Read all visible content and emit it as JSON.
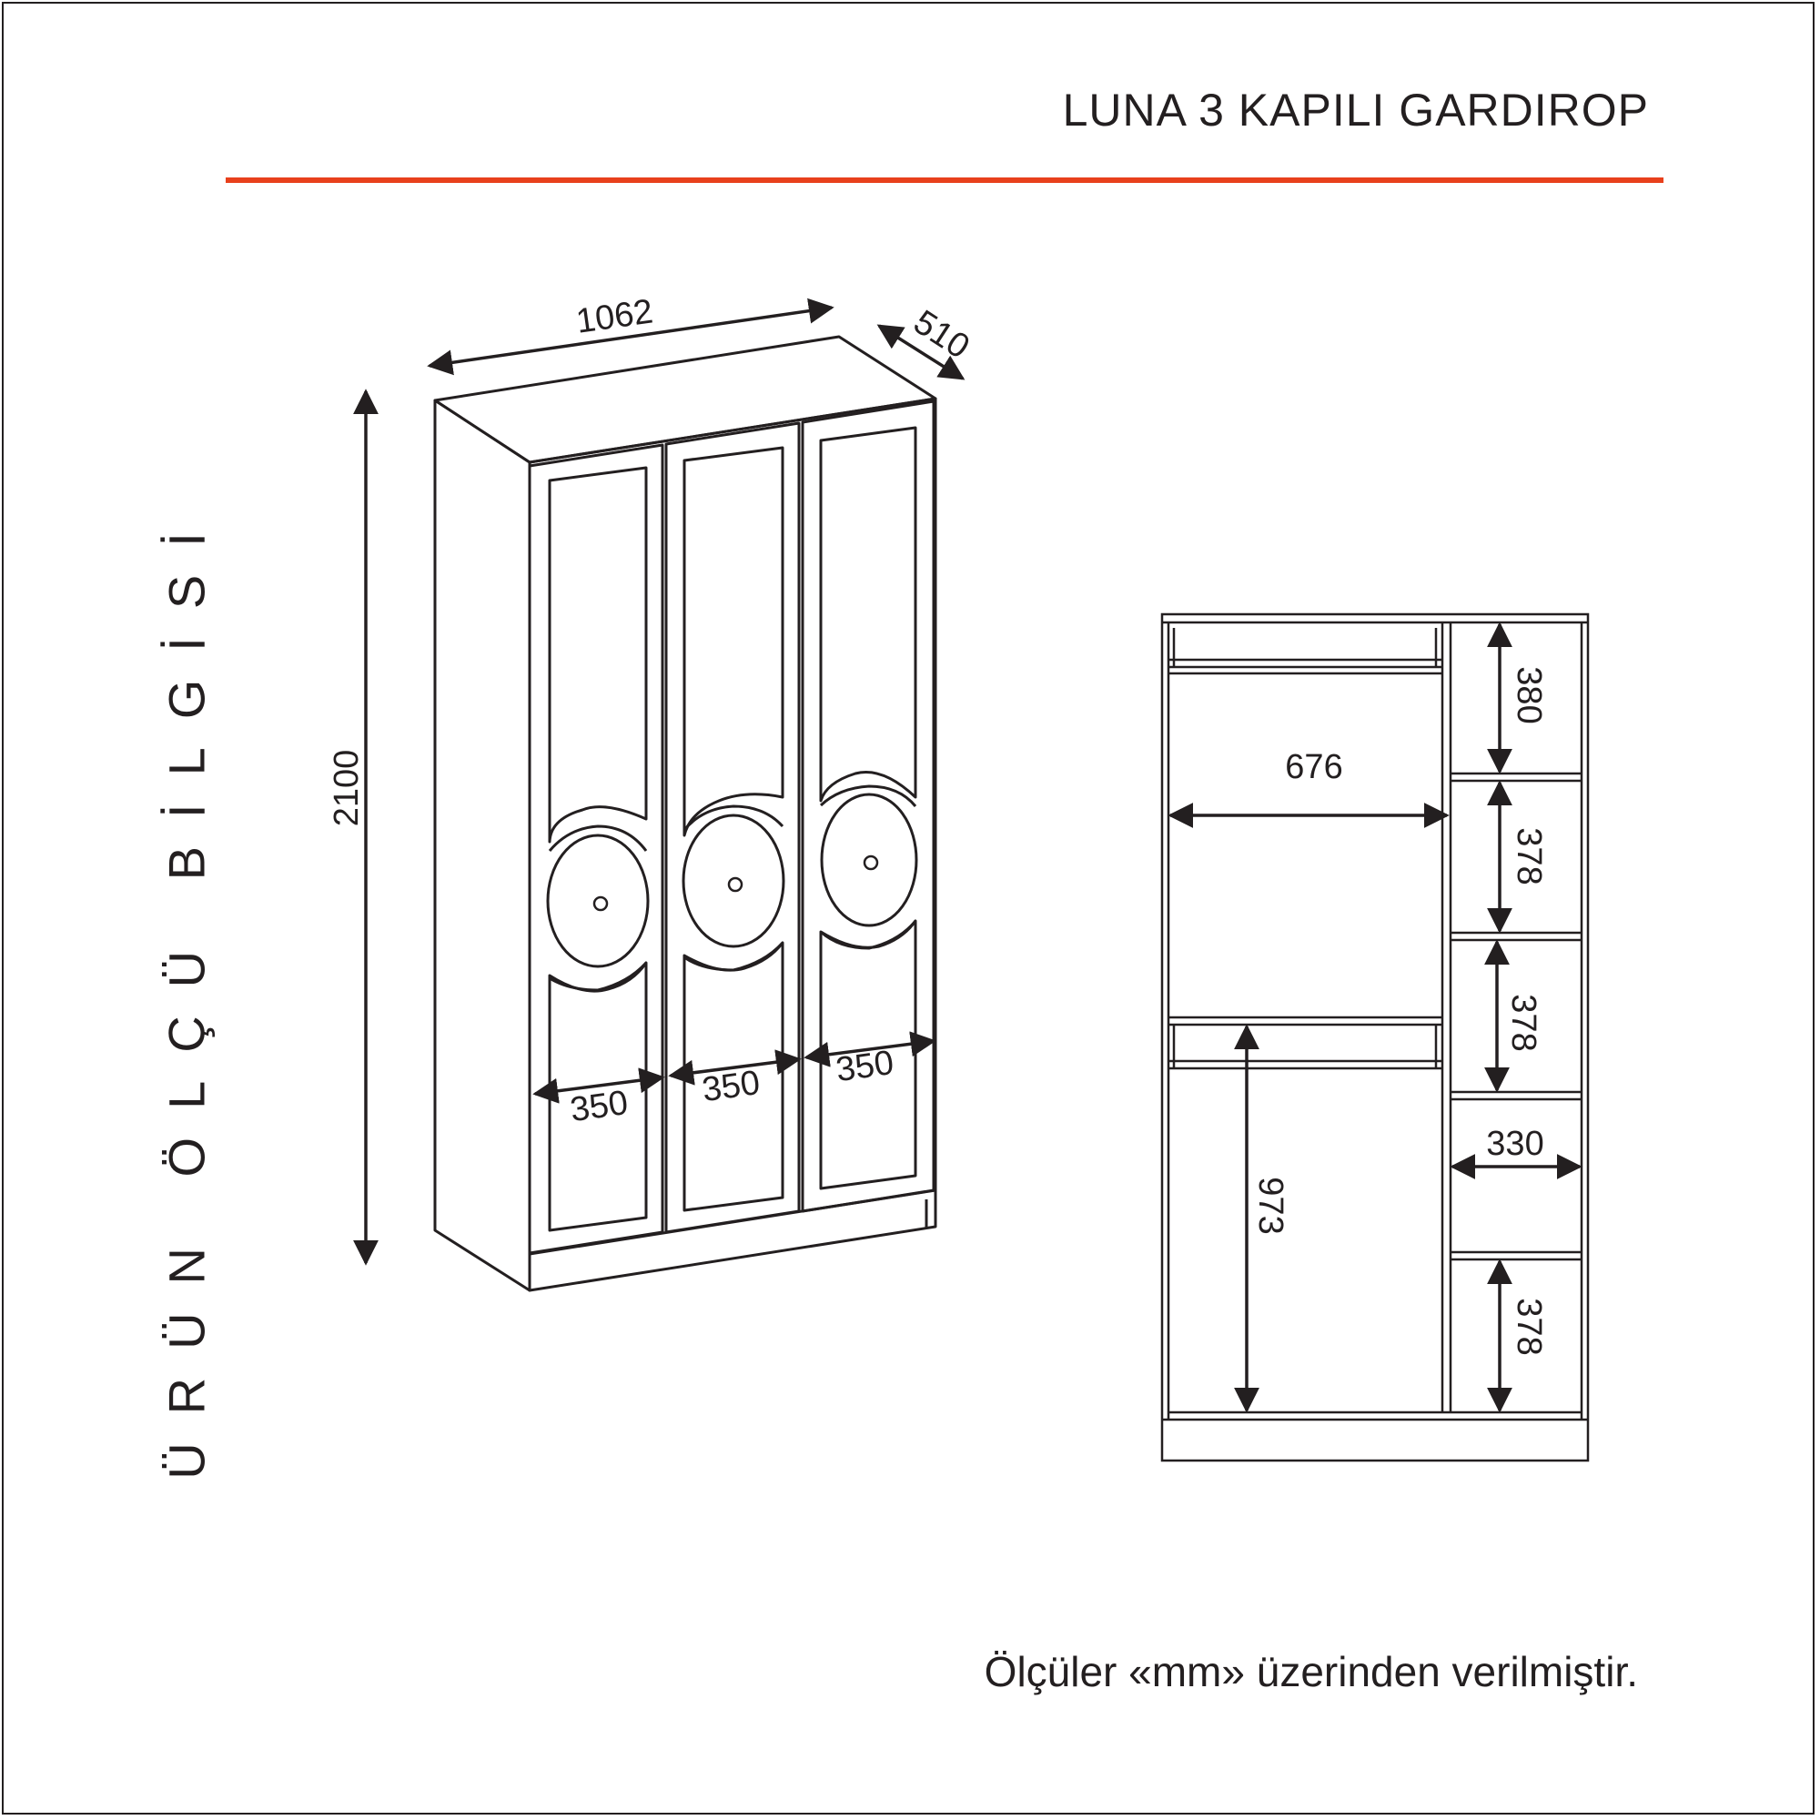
{
  "title": "LUNA 3 KAPILI GARDIROP",
  "side_heading": "ÜRÜN ÖLÇÜ BİLGİSİ",
  "footnote": "Ölçüler «mm» üzerinden verilmiştir.",
  "colors": {
    "accent": "#e8401c",
    "line": "#231f20",
    "background": "#ffffff"
  },
  "front_view": {
    "width": "1062",
    "depth": "510",
    "height": "2100",
    "door_widths": [
      "350",
      "350",
      "350"
    ]
  },
  "interior_view": {
    "hanging_width": "676",
    "hanging_height": "973",
    "shelf_width": "330",
    "shelf_heights": [
      "380",
      "378",
      "378",
      "378"
    ]
  }
}
